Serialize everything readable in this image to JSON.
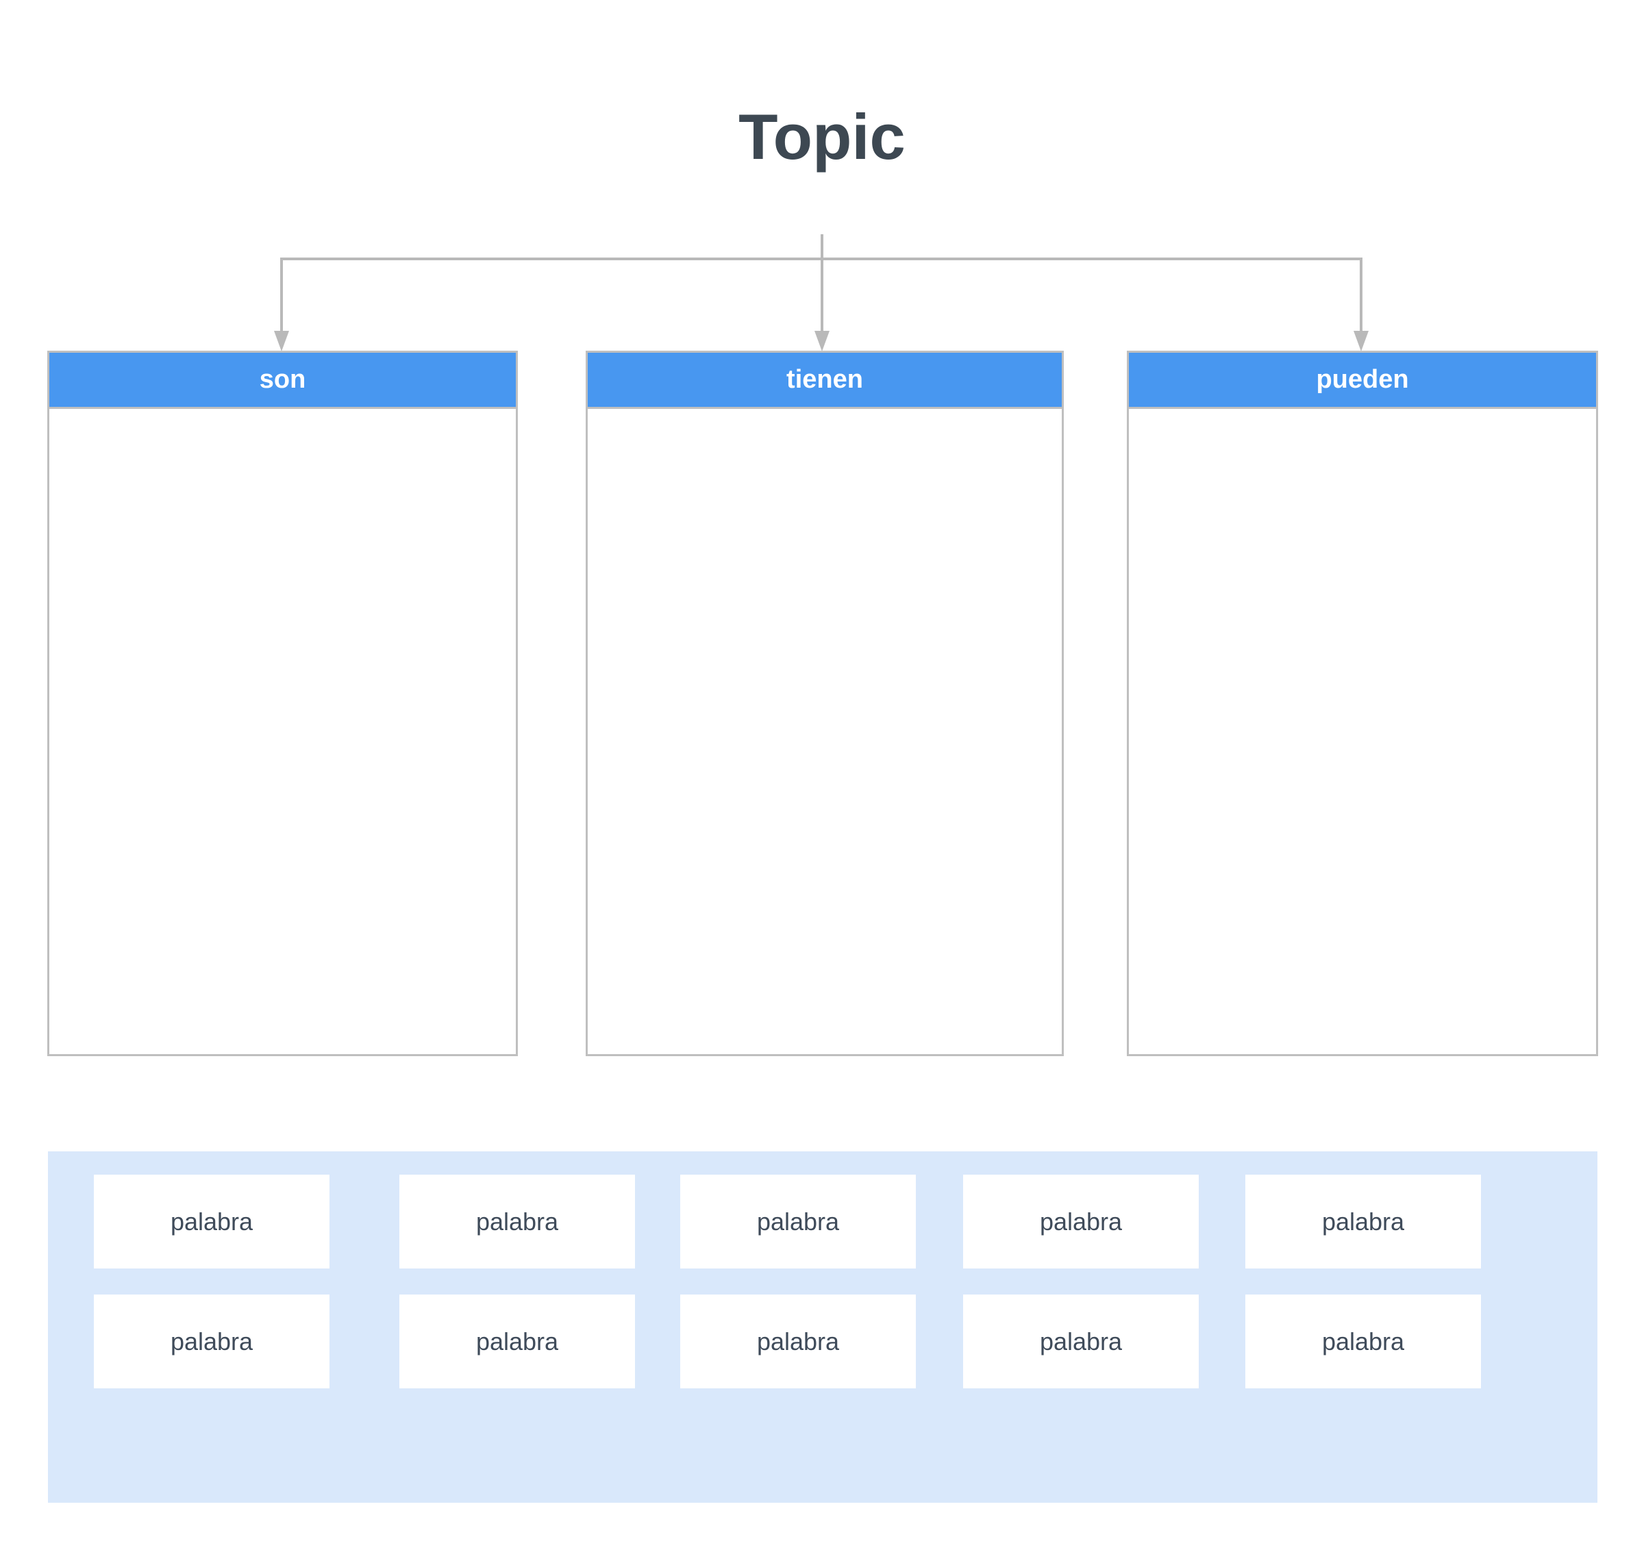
{
  "title": "Topic",
  "columns": [
    {
      "label": "son"
    },
    {
      "label": "tienen"
    },
    {
      "label": "pueden"
    }
  ],
  "word_bank": {
    "words": [
      "palabra",
      "palabra",
      "palabra",
      "palabra",
      "palabra",
      "palabra",
      "palabra",
      "palabra",
      "palabra",
      "palabra"
    ]
  },
  "colors": {
    "column_header_blue": "#4897f0",
    "word_bank_panel_blue": "#d9e8fb",
    "connector_gray": "#b9b9b9",
    "column_border_gray": "#bfbfbf",
    "title_text": "#3d4852",
    "word_text": "#3f4b5a",
    "header_text": "#ffffff"
  }
}
